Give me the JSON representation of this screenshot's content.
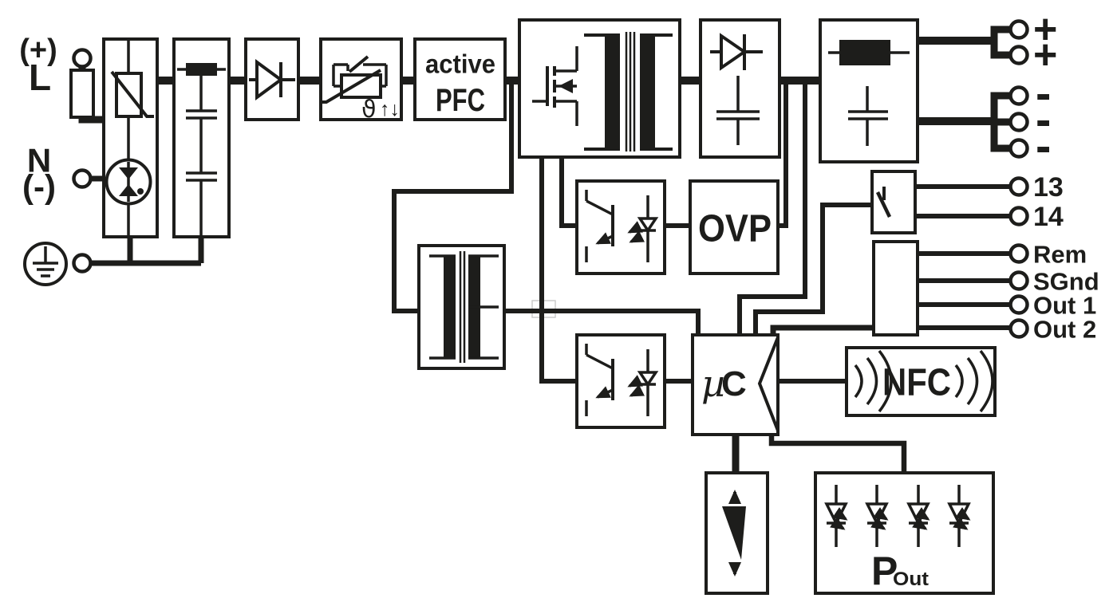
{
  "colors": {
    "ink": "#1d1d1b",
    "background": "#ffffff",
    "crossover_marker_border": "#cccccc"
  },
  "input_labels": {
    "plus": "(+)",
    "line": "L",
    "neutral": "N",
    "minus": "(-)"
  },
  "block_labels": {
    "pfc_line1": "active",
    "pfc_line2": "PFC",
    "inrush_theta": "ϑ",
    "inrush_arrows": "↑↓",
    "ovp": "OVP",
    "mcu_mu": "µ",
    "mcu_c": "C",
    "nfc": "NFC",
    "power_main": "P",
    "power_sub": "Out"
  },
  "output_terminal_labels": {
    "plus": [
      "+",
      "+"
    ],
    "minus": [
      "-",
      "-",
      "-"
    ]
  },
  "signal_terminal_labels": {
    "relay_13": "13",
    "relay_14": "14",
    "remote": "Rem",
    "signal_ground": "SGnd",
    "out1": "Out 1",
    "out2": "Out 2"
  }
}
